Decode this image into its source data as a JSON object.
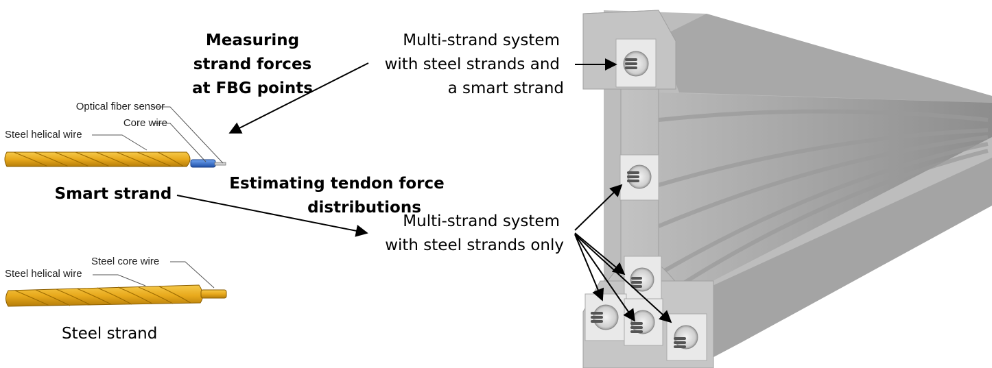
{
  "smart_strand": {
    "labels": {
      "optical_fiber": "Optical fiber sensor",
      "core_wire": "Core wire",
      "helical_wire": "Steel helical wire"
    },
    "caption": "Smart strand"
  },
  "steel_strand": {
    "labels": {
      "core_wire": "Steel core wire",
      "helical_wire": "Steel helical wire"
    },
    "caption": "Steel strand"
  },
  "annotations": {
    "measuring": [
      "Measuring",
      "strand forces",
      "at FBG points"
    ],
    "estimating": [
      "Estimating tendon force",
      "distributions"
    ],
    "multi_smart": [
      "Multi-strand system",
      "with steel strands and",
      "a smart strand"
    ],
    "multi_steel": [
      "Multi-strand system",
      "with steel strands only"
    ]
  },
  "colors": {
    "strand_gold": "#e8a91c",
    "strand_dark": "#b57d0a",
    "fiber_blue": "#2f6fd6",
    "concrete": "#c9c9c9",
    "concrete_dark": "#9e9e9e",
    "anchor_plate": "#e8e8e8"
  }
}
